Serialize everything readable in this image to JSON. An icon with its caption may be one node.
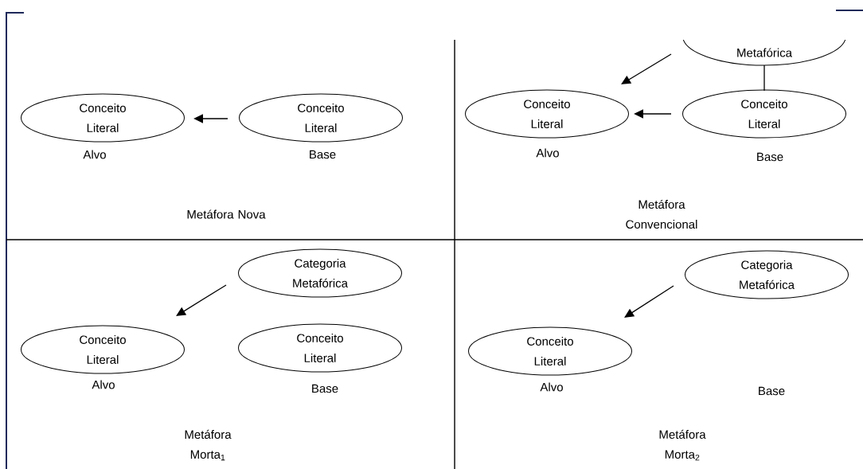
{
  "diagram": {
    "nodes": [
      {
        "text": [
          "Conceito Literal"
        ],
        "beside": [
          "Alvo"
        ]
      },
      {
        "text": [
          "Conceito Literal"
        ],
        "beside": [
          "Base"
        ]
      },
      {
        "text": [
          "Metafórica"
        ]
      },
      {
        "text": [
          "Conceito Literal"
        ],
        "beside": [
          "Alvo"
        ]
      },
      {
        "text": [
          "Conceito Literal"
        ],
        "beside": [
          "Base"
        ]
      },
      {
        "text": [
          "Categoria Metafórica"
        ]
      },
      {
        "text": [
          "Conceito Literal"
        ],
        "beside": [
          "Alvo"
        ]
      },
      {
        "text": [
          "Conceito Literal"
        ],
        "beside": [
          "Base"
        ]
      },
      {
        "text": [
          "Categoria Metafórica"
        ]
      },
      {
        "text": [
          "Conceito Literal"
        ],
        "beside": [
          "Alvo"
        ]
      }
    ],
    "edges": [
      {
        "from": 1,
        "to": 0,
        "arrow": "to"
      },
      {
        "from": 2,
        "to": 3,
        "arrow": "to"
      },
      {
        "from": 4,
        "to": 3,
        "arrow": "to"
      },
      {
        "from": 2,
        "to": 4,
        "arrow": "none"
      },
      {
        "from": 5,
        "to": 6,
        "arrow": "to"
      },
      {
        "from": 8,
        "to": 9,
        "arrow": "to"
      }
    ],
    "labels": [
      "Metáfora Nova",
      "Metáfora Convencional",
      "Metáfora Morta$_{1}$",
      "Base",
      "Metáfora Morta$_{2}$"
    ]
  }
}
